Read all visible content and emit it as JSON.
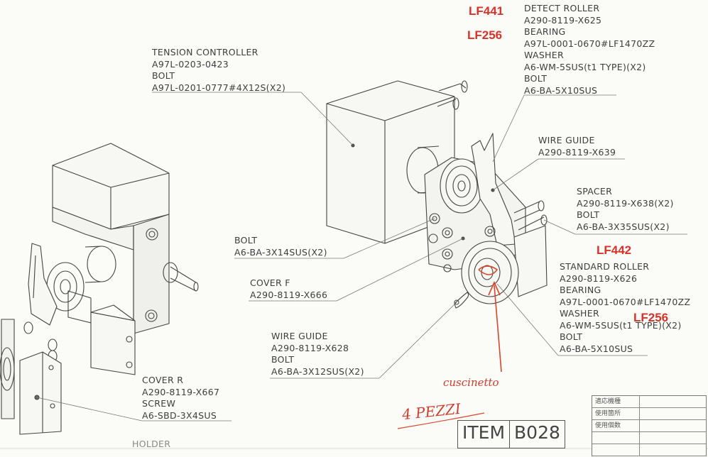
{
  "labels": {
    "tension_controller": [
      "TENSION CONTROLLER",
      "A97L-0203-0423",
      "BOLT",
      "A97L-0201-0777#4X12S(X2)"
    ],
    "detect_roller": [
      "DETECT ROLLER",
      "A290-8119-X625",
      "BEARING",
      "A97L-0001-0670#LF1470ZZ",
      "WASHER",
      "A6-WM-5SUS(t1 TYPE)(X2)",
      "BOLT",
      "A6-BA-5X10SUS"
    ],
    "wire_guide_top": [
      "WIRE GUIDE",
      "A290-8119-X639"
    ],
    "spacer": [
      "SPACER",
      "A290-8119-X638(X2)",
      "BOLT",
      "A6-BA-3X35SUS(X2)"
    ],
    "bolt_left": [
      "BOLT",
      "A6-BA-3X14SUS(X2)"
    ],
    "cover_f": [
      "COVER F",
      "A290-8119-X666"
    ],
    "standard_roller": [
      "STANDARD ROLLER",
      "A290-8119-X626",
      "BEARING",
      "A97L-0001-0670#LF1470ZZ",
      "WASHER",
      "A6-WM-5SUS(t1 TYPE)(X2)",
      "BOLT",
      "A6-BA-5X10SUS"
    ],
    "wire_guide_bottom": [
      "WIRE GUIDE",
      "A290-8119-X628",
      "BOLT",
      "A6-BA-3X12SUS(X2)"
    ],
    "cover_r": [
      "COVER R",
      "A290-8119-X667",
      "SCREW",
      "A6-SBD-3X4SUS"
    ],
    "holder": [
      "HOLDER"
    ]
  },
  "annotations": {
    "lf441": "LF441",
    "lf256_top": "LF256",
    "lf442": "LF442",
    "lf256_bottom": "LF256",
    "cuscinetto": "cuscinetto",
    "pezzi": "4 PEZZI"
  },
  "item_box": {
    "label": "ITEM",
    "code": "B028"
  },
  "title_block": {
    "rows": [
      "適応機種",
      "使用箇所",
      "使用個数",
      "",
      "",
      ""
    ]
  },
  "colors": {
    "ink": "#3d3d3d",
    "annotation_red": "#d8332a",
    "paper": "#fbfbf8"
  }
}
